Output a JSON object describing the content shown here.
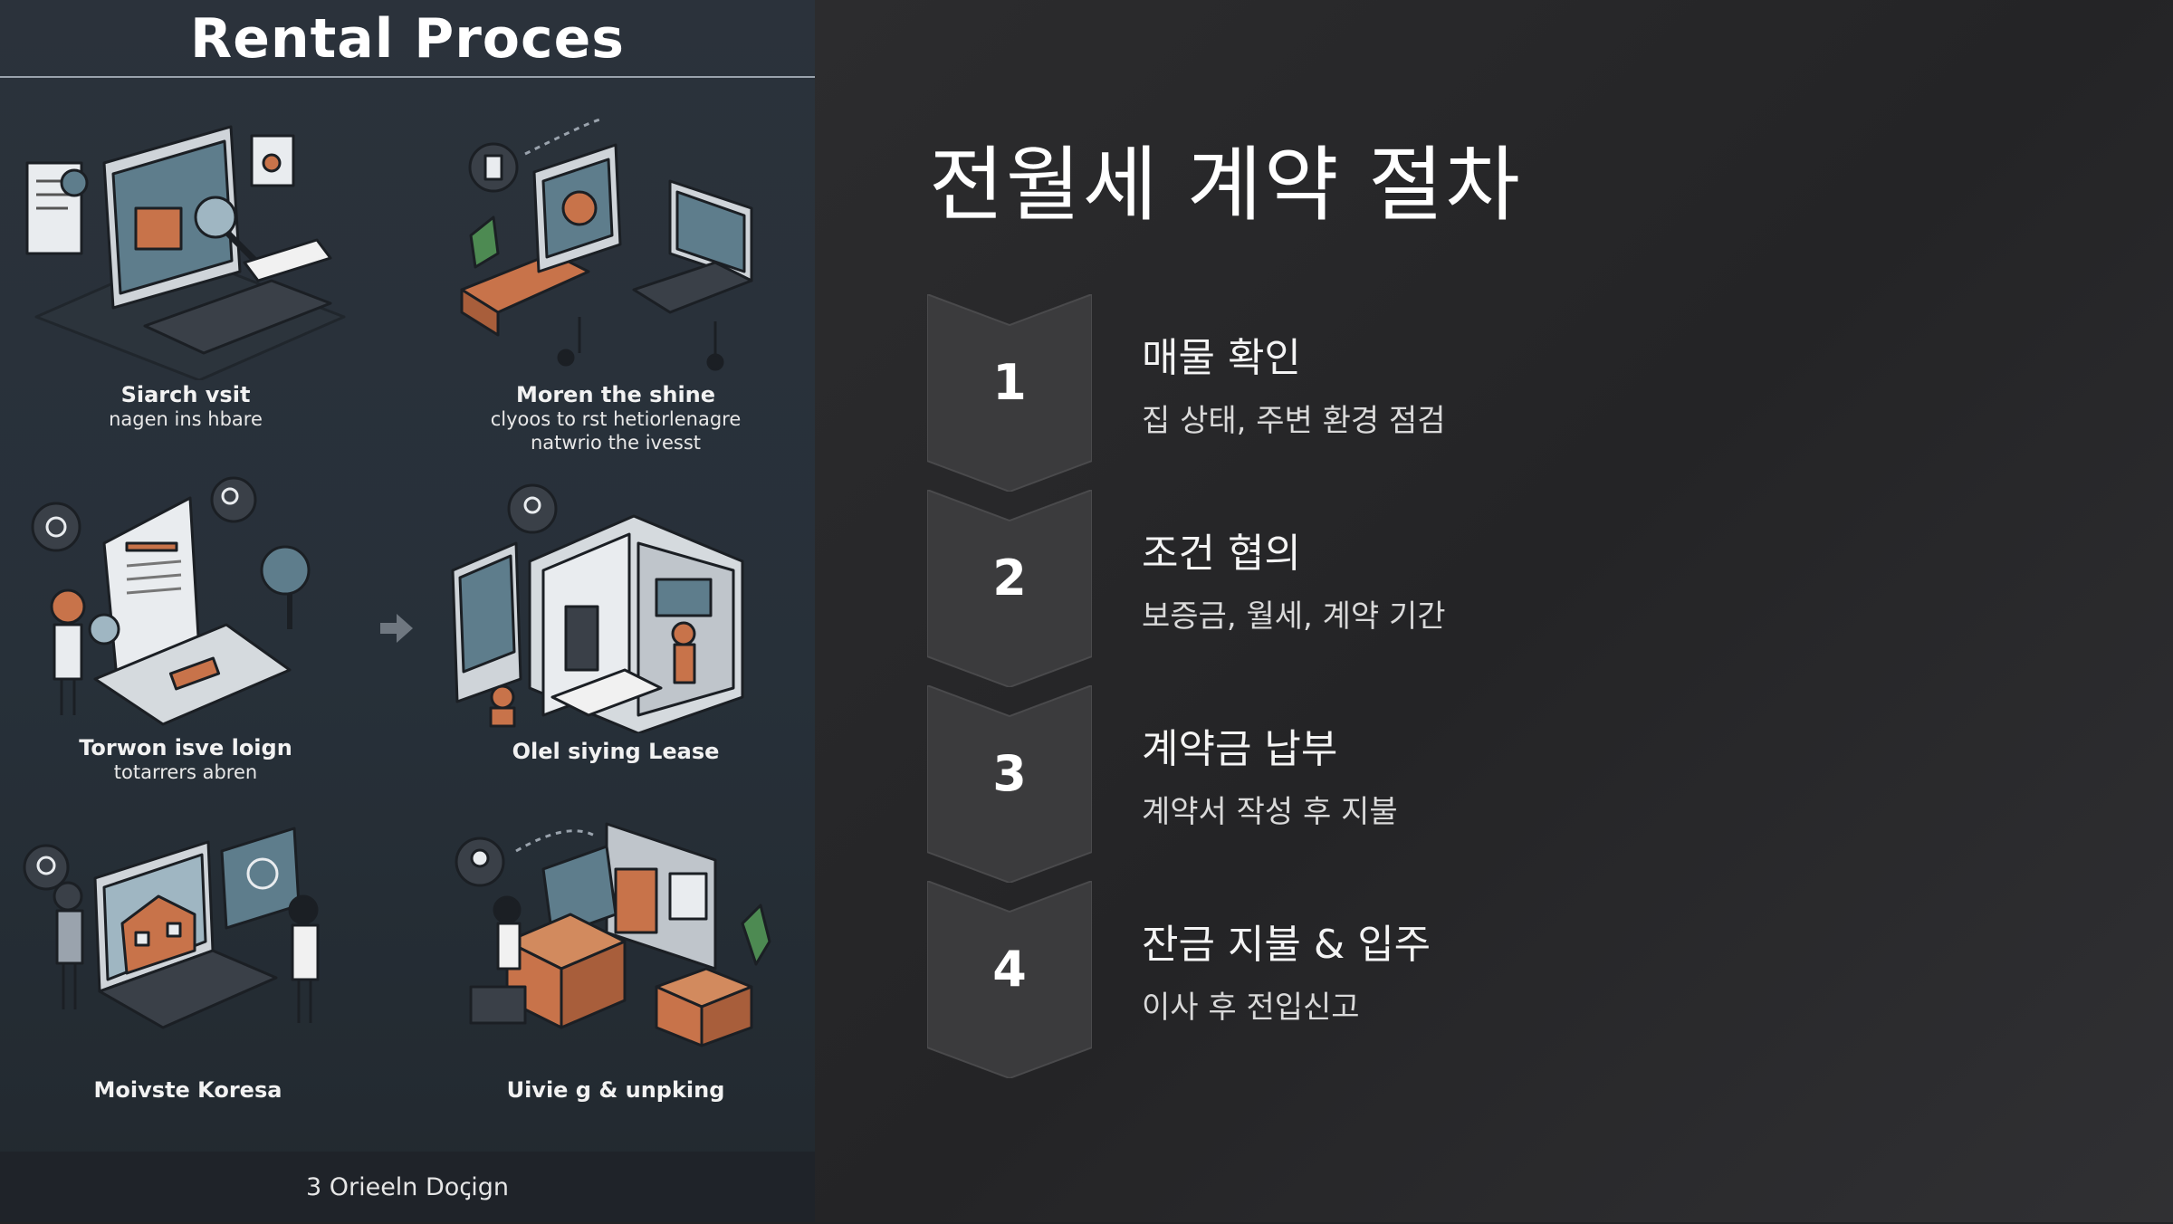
{
  "left": {
    "title": "Rental Proces",
    "footer": "3 Orieeln Doꞔign",
    "scenes": [
      {
        "title": "Siarch vsit",
        "subtitle": "nagen ins hbare"
      },
      {
        "title": "Moren the shine",
        "subtitle_line1": "clyoos to rst hetiorlenagre",
        "subtitle_line2": "natwrio the ivesst"
      },
      {
        "title": "Torwon isve loign",
        "subtitle": "totarrers abren"
      },
      {
        "title": "Olel siying Lease"
      },
      {
        "title": "Moivste Koresa"
      },
      {
        "title": "Uivie g & unpking"
      }
    ]
  },
  "right": {
    "title": "전월세 계약 절차",
    "steps": [
      {
        "number": "1",
        "title": "매물 확인",
        "desc": "집 상태, 주변 환경 점검"
      },
      {
        "number": "2",
        "title": "조건 협의",
        "desc": "보증금, 월세, 계약 기간"
      },
      {
        "number": "3",
        "title": "계약금 납부",
        "desc": "계약서 작성 후 지불"
      },
      {
        "number": "4",
        "title": "잔금 지불 & 입주",
        "desc": "이사 후 전입신고"
      }
    ]
  },
  "colors": {
    "left_bg": "#273039",
    "right_bg": "#262628",
    "chevron_fill": "#3b3b3d",
    "illustration_orange": "#c8734a",
    "illustration_screen": "#5e7d8c"
  }
}
